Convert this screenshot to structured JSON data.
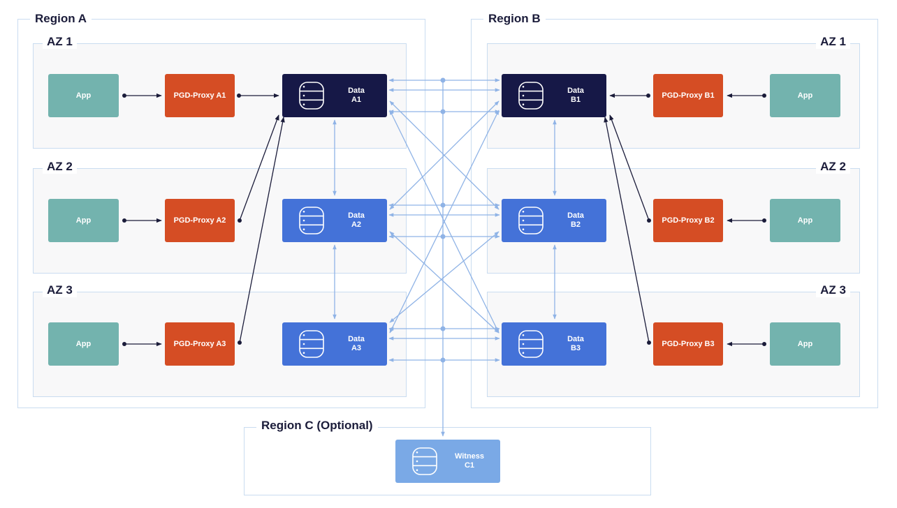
{
  "regions": {
    "a": {
      "label": "Region A"
    },
    "b": {
      "label": "Region B"
    },
    "c": {
      "label": "Region C (Optional)"
    }
  },
  "az_labels": {
    "az1": "AZ 1",
    "az2": "AZ 2",
    "az3": "AZ 3"
  },
  "app_label": "App",
  "proxies": {
    "a1": "PGD-Proxy A1",
    "a2": "PGD-Proxy A2",
    "a3": "PGD-Proxy A3",
    "b1": "PGD-Proxy B1",
    "b2": "PGD-Proxy B2",
    "b3": "PGD-Proxy B3"
  },
  "data_nodes": {
    "a1": {
      "line1": "Data",
      "line2": "A1"
    },
    "a2": {
      "line1": "Data",
      "line2": "A2"
    },
    "a3": {
      "line1": "Data",
      "line2": "A3"
    },
    "b1": {
      "line1": "Data",
      "line2": "B1"
    },
    "b2": {
      "line1": "Data",
      "line2": "B2"
    },
    "b3": {
      "line1": "Data",
      "line2": "B3"
    }
  },
  "witness": {
    "line1": "Witness",
    "line2": "C1"
  },
  "colors": {
    "app": "#73b3ae",
    "proxy": "#d54d24",
    "data_primary": "#161847",
    "data_secondary": "#4472d8",
    "witness": "#7aa9e6",
    "replication_line": "#8fb3e6",
    "client_line": "#1b1c3a"
  }
}
